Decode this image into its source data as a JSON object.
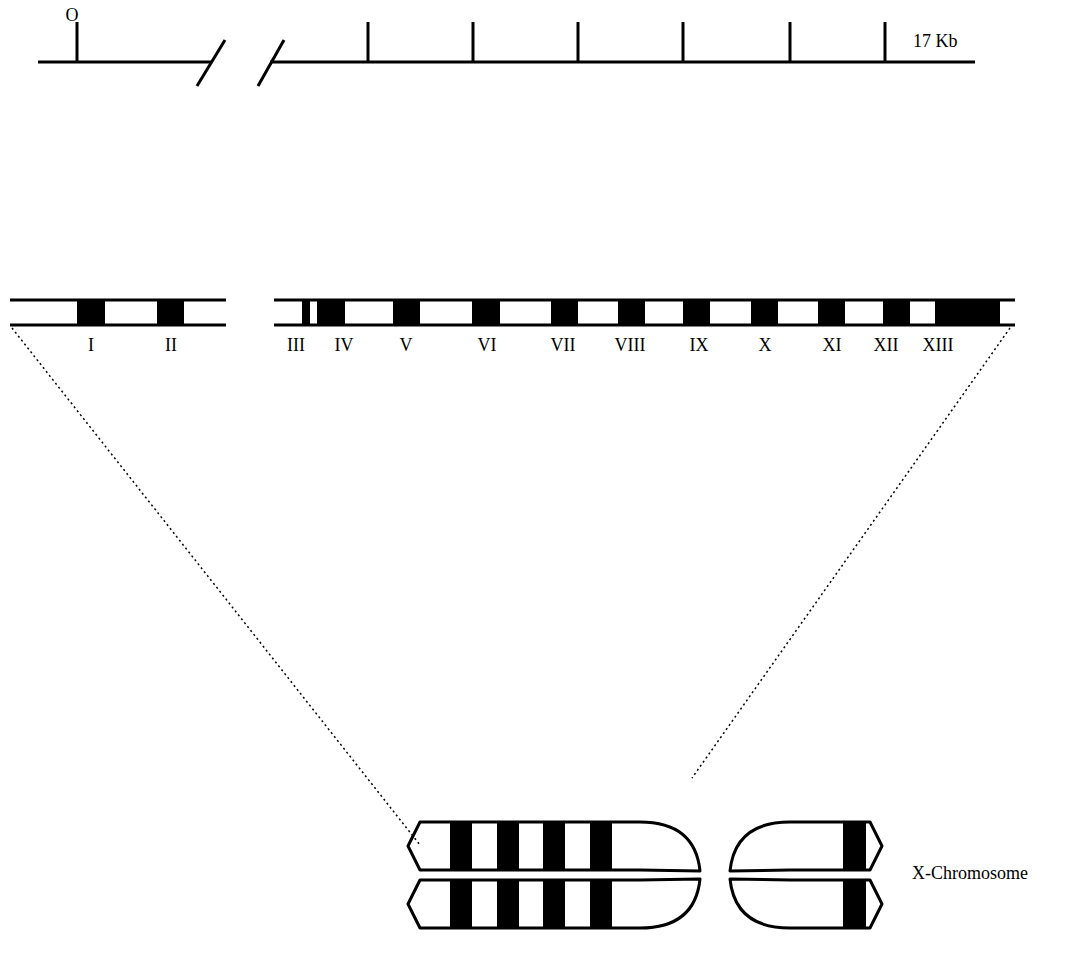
{
  "diagram": {
    "labels": [
      "O",
      "17 Kb",
      "I",
      "II",
      "III",
      "IV",
      "V",
      "VI",
      "VII",
      "VIII",
      "IX",
      "X",
      "XI",
      "XII",
      "XIII",
      "X-Chromosome"
    ]
  }
}
